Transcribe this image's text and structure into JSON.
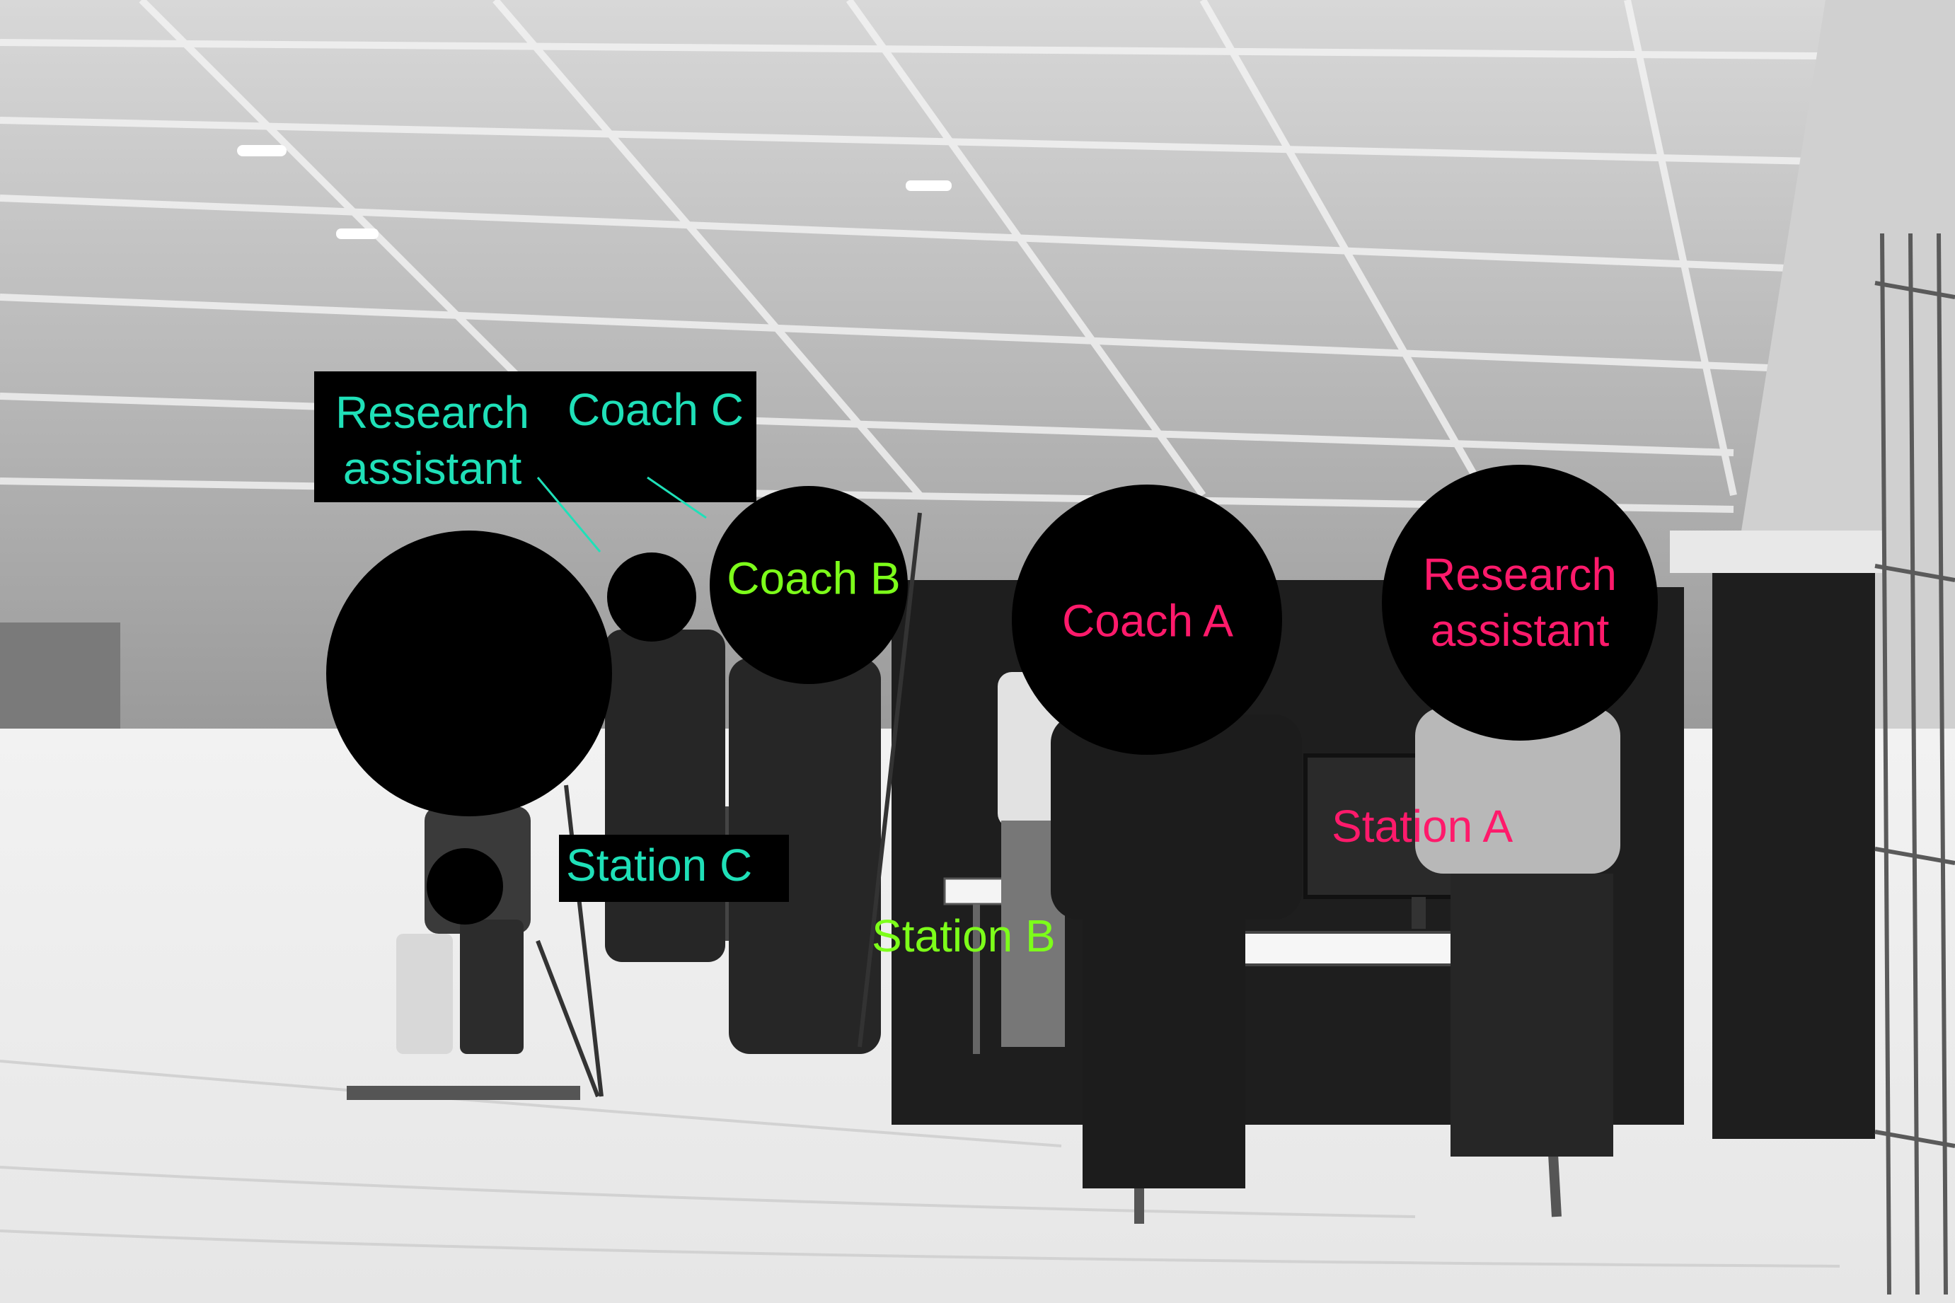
{
  "colors": {
    "cyan": "#1fe0b8",
    "green": "#7dff1a",
    "pink": "#ff1a6b",
    "mask": "#000000"
  },
  "annotations": {
    "research_assistant_c": {
      "line1": "Research",
      "line2": "assistant"
    },
    "coach_c": "Coach C",
    "station_c": "Station C",
    "coach_b": "Coach B",
    "station_b": "Station B",
    "coach_a": "Coach A",
    "research_assistant_a": {
      "line1": "Research",
      "line2": "assistant"
    },
    "station_a": "Station A"
  }
}
